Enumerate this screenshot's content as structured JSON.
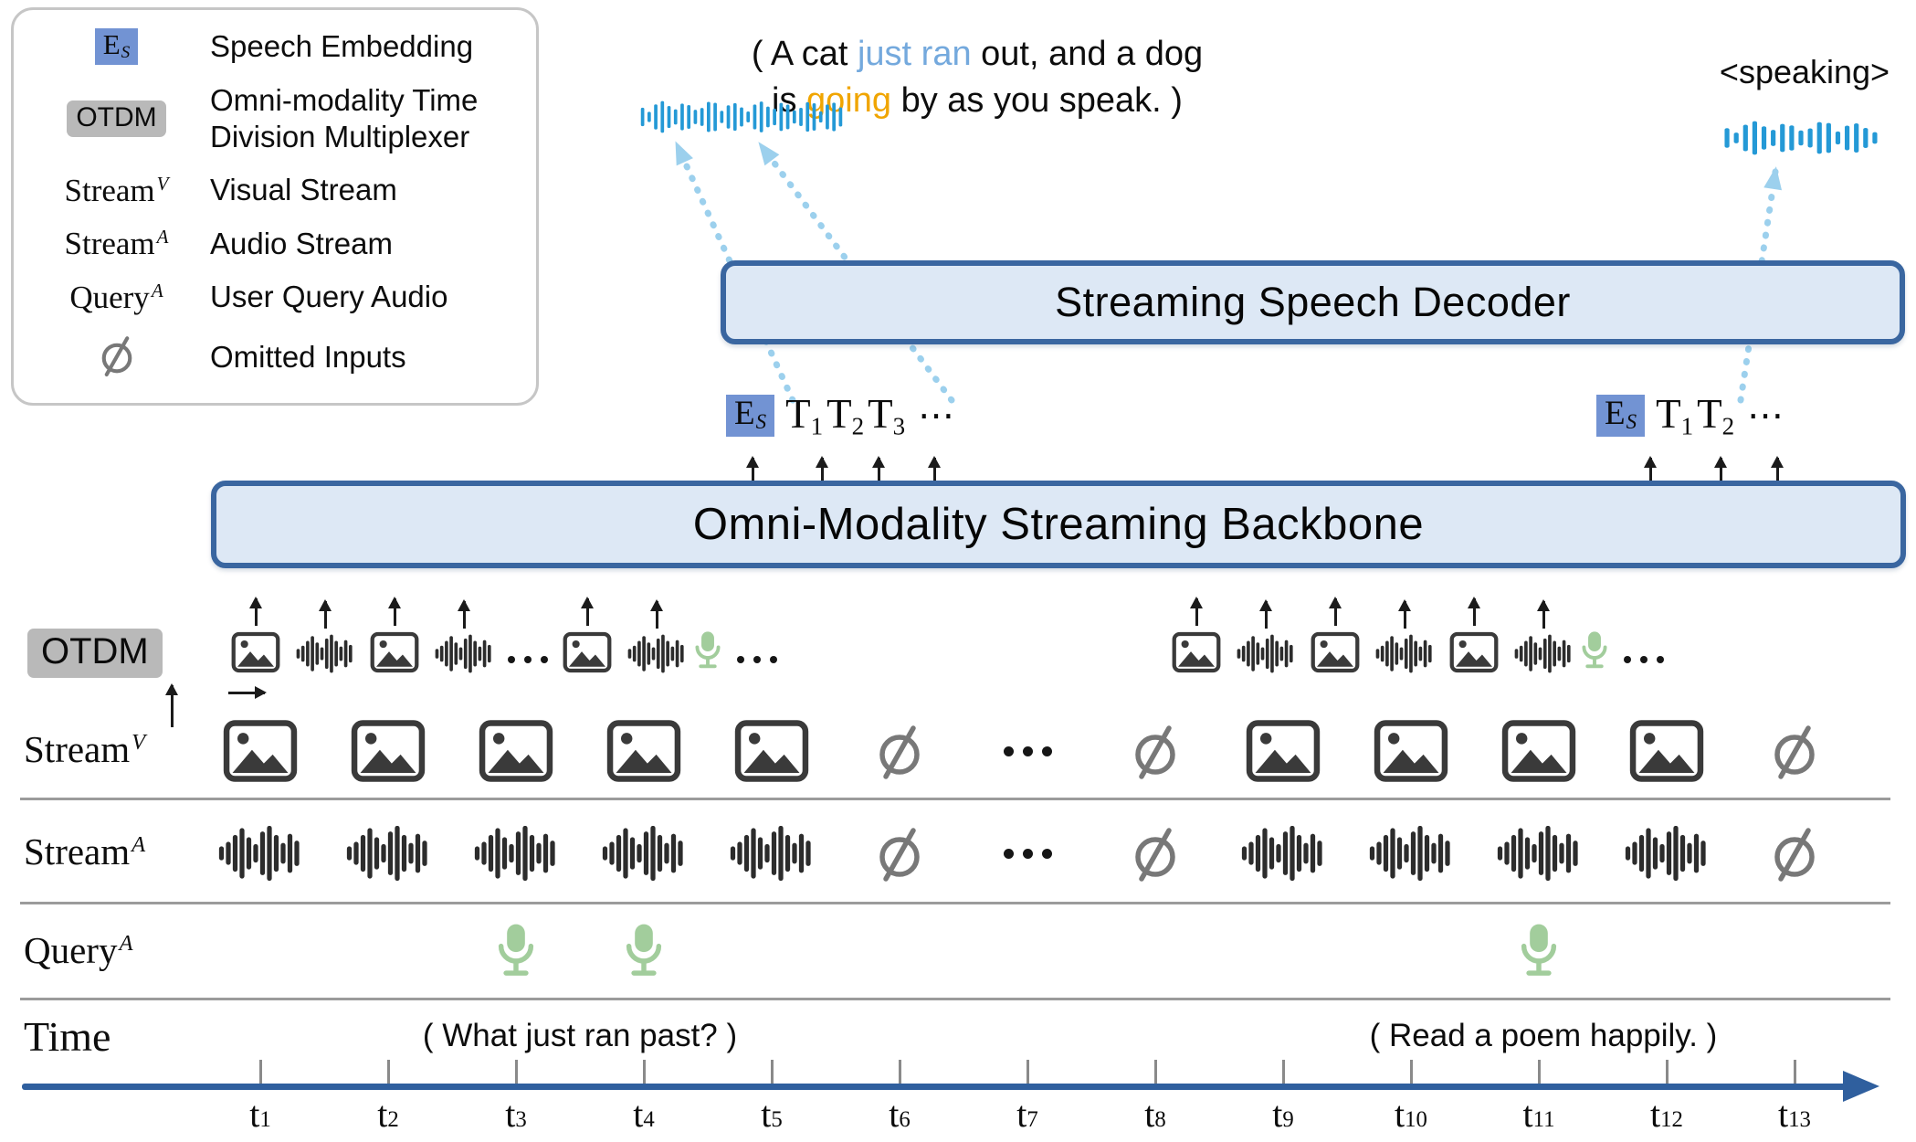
{
  "colors": {
    "box_border": "#3a66a0",
    "box_fill": "#dde8f5",
    "es_chip_bg": "#7293d3",
    "otdm_chip_bg": "#b9b9b9",
    "timeline_blue": "#2f5f9e",
    "waveform_blue": "#2499d6",
    "dashed_arrow_blue": "#9cd0ed",
    "highlight_blue": "#74a9dd",
    "highlight_orange": "#f0a500",
    "mic_green": "#a2cd9c",
    "omitted_gray": "#787878",
    "icon_dark": "#3a3a3a"
  },
  "legend": {
    "es": {
      "base": "E",
      "sub": "S",
      "label": "Speech Embedding"
    },
    "otdm": {
      "text": "OTDM",
      "label_line1": "Omni-modality Time",
      "label_line2": "Division Multiplexer"
    },
    "stream_v": {
      "base": "Stream",
      "sup": "V",
      "label": "Visual Stream"
    },
    "stream_a": {
      "base": "Stream",
      "sup": "A",
      "label": "Audio Stream"
    },
    "query_a": {
      "base": "Query",
      "sup": "A",
      "label": "User Query Audio"
    },
    "omitted": {
      "label": "Omitted Inputs"
    }
  },
  "speech_left": {
    "l1_pre": "( A cat ",
    "l1_hl": "just ran",
    "l1_post": " out, and a dog",
    "l2_pre": "is ",
    "l2_hl": "going",
    "l2_post": " by as you speak. )"
  },
  "speech_right": {
    "tag": "<speaking>"
  },
  "decoder": {
    "title": "Streaming Speech Decoder"
  },
  "backbone": {
    "title": "Omni-Modality Streaming Backbone"
  },
  "tokens_left": {
    "e_base": "E",
    "e_sub": "S",
    "t1_base": "T",
    "t1_sub": "1",
    "t2_base": "T",
    "t2_sub": "2",
    "t3_base": "T",
    "t3_sub": "3",
    "ellipsis": "⋯"
  },
  "tokens_right": {
    "e_base": "E",
    "e_sub": "S",
    "t1_base": "T",
    "t1_sub": "1",
    "t2_base": "T",
    "t2_sub": "2",
    "ellipsis": "⋯"
  },
  "otdm": {
    "label": "OTDM"
  },
  "otdm_row": {
    "left": [
      "image",
      "audio",
      "image",
      "audio",
      "dots",
      "image",
      "audio",
      "mic",
      "dots"
    ],
    "right": [
      "image",
      "audio",
      "image",
      "audio",
      "image",
      "audio",
      "mic",
      "dots"
    ]
  },
  "rows": {
    "stream_v": {
      "base": "Stream",
      "sup": "V",
      "cells": [
        "image",
        "image",
        "image",
        "image",
        "image",
        "empty",
        "dots",
        "empty",
        "image",
        "image",
        "image",
        "image",
        "empty"
      ]
    },
    "stream_a": {
      "base": "Stream",
      "sup": "A",
      "cells": [
        "audio",
        "audio",
        "audio",
        "audio",
        "audio",
        "empty",
        "dots",
        "empty",
        "audio",
        "audio",
        "audio",
        "audio",
        "empty"
      ]
    },
    "query_a": {
      "base": "Query",
      "sup": "A",
      "cells": [
        "none",
        "none",
        "mic",
        "mic",
        "none",
        "none",
        "none",
        "none",
        "none",
        "none",
        "mic",
        "none",
        "none"
      ]
    }
  },
  "time": {
    "label": "Time",
    "query_left": "( What just ran past? )",
    "query_right": "( Read a poem happily. )"
  },
  "timeline": {
    "ticks": [
      {
        "base": "t",
        "sub": "1"
      },
      {
        "base": "t",
        "sub": "2"
      },
      {
        "base": "t",
        "sub": "3"
      },
      {
        "base": "t",
        "sub": "4"
      },
      {
        "base": "t",
        "sub": "5"
      },
      {
        "base": "t",
        "sub": "6"
      },
      {
        "base": "t",
        "sub": "7"
      },
      {
        "base": "t",
        "sub": "8"
      },
      {
        "base": "t",
        "sub": "9"
      },
      {
        "base": "t",
        "sub": "10"
      },
      {
        "base": "t",
        "sub": "11"
      },
      {
        "base": "t",
        "sub": "12"
      },
      {
        "base": "t",
        "sub": "13"
      }
    ]
  },
  "icon_names": {
    "image": "video-frame-icon",
    "audio": "audio-waveform-icon",
    "mic": "microphone-icon",
    "empty": "omitted-input-icon",
    "dots": "ellipsis-icon",
    "none": "blank-slot"
  },
  "chars": {
    "dots": "⋯"
  }
}
